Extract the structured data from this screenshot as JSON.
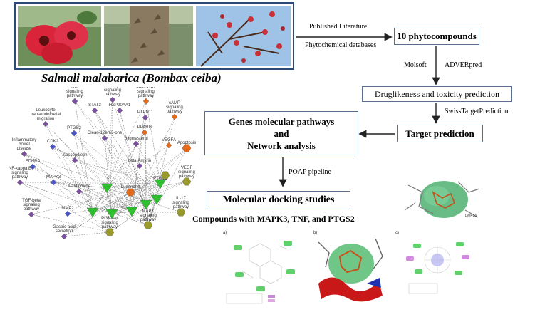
{
  "species_title": "Salmali malabarica (Bombax ceiba)",
  "flow": {
    "published_literature": "Published Literature",
    "phytochemical_databases": "Phytochemical databases",
    "phytocompounds": "10 phytocompounds",
    "molsoft": "Molsoft",
    "adverpred": "ADVERpred",
    "druglikeness": "Druglikeness and toxicity prediction",
    "swiss": "SwissTargetPrediction",
    "target_prediction": "Target prediction",
    "genes_line1": "Genes molecular pathways",
    "genes_line2": "and",
    "genes_line3": "Network analysis",
    "poap": "POAP pipeline",
    "docking": "Molecular docking studies",
    "compounds_caption": "Compounds with MAPK3, TNF, and PTGS2"
  },
  "network": {
    "nodes": [
      {
        "id": "tnf",
        "label": "TNF signaling pathway"
      },
      {
        "id": "neuro",
        "label": "Neurotrophin signaling pathway"
      },
      {
        "id": "jakstat",
        "label": "JAK-STAT signaling pathway"
      },
      {
        "id": "leuko",
        "label": "Leukocyte transendothelial migration"
      },
      {
        "id": "stat3",
        "label": "STAT3"
      },
      {
        "id": "hsp",
        "label": "HSP90AA1"
      },
      {
        "id": "camp",
        "label": "cAMP signaling pathway"
      },
      {
        "id": "ptpn11",
        "label": "PTPN11"
      },
      {
        "id": "ptgs2",
        "label": "PTGS2"
      },
      {
        "id": "olean",
        "label": "Olean-12en-3-one"
      },
      {
        "id": "stigmasterol",
        "label": "Stigmasterol"
      },
      {
        "id": "pparg",
        "label": "PPARG"
      },
      {
        "id": "inflam",
        "label": "Inflammatory bowel disease"
      },
      {
        "id": "cdk2",
        "label": "CDK2"
      },
      {
        "id": "vegfa",
        "label": "VEGFA"
      },
      {
        "id": "apoptosis",
        "label": "Apoptosis"
      },
      {
        "id": "ednra",
        "label": "EDNRA"
      },
      {
        "id": "isoscopoletin",
        "label": "Isoscopoletin"
      },
      {
        "id": "betaamyrin",
        "label": "beta-Amyrin"
      },
      {
        "id": "nfkb",
        "label": "NF-kappa B signaling pathway"
      },
      {
        "id": "mapk3",
        "label": "MAPK3"
      },
      {
        "id": "vegfsig",
        "label": "VEGF signaling pathway"
      },
      {
        "id": "ptgs1",
        "label": "PTGS1"
      },
      {
        "id": "asiaticoside",
        "label": "Asiaticoside"
      },
      {
        "id": "lupenone",
        "label": "Lupenone"
      },
      {
        "id": "tgfb",
        "label": "TGF-beta signaling pathway"
      },
      {
        "id": "mmp2",
        "label": "MMP2"
      },
      {
        "id": "gastric",
        "label": "Gastric acid secretion"
      },
      {
        "id": "pi3k",
        "label": "PI3K-Akt signaling pathway"
      },
      {
        "id": "mapksig",
        "label": "MAPK signaling pathway"
      },
      {
        "id": "il17",
        "label": "IL-17 signaling pathway"
      }
    ]
  },
  "docking_panels": {
    "panel_a_tag": "a)",
    "panel_b_tag": "b)",
    "panel_c_tag": "c)",
    "structure_tag": "Lys413"
  },
  "colors": {
    "border": "#2c4a78",
    "arrow": "#222222",
    "node_purple": "#7b4fa0",
    "node_orange": "#e46a1b",
    "node_green": "#2fbf2f",
    "node_olive": "#9a9a2a",
    "node_blue": "#4a55c8",
    "dock_green": "#3fae5a",
    "dock_red": "#c81818"
  }
}
